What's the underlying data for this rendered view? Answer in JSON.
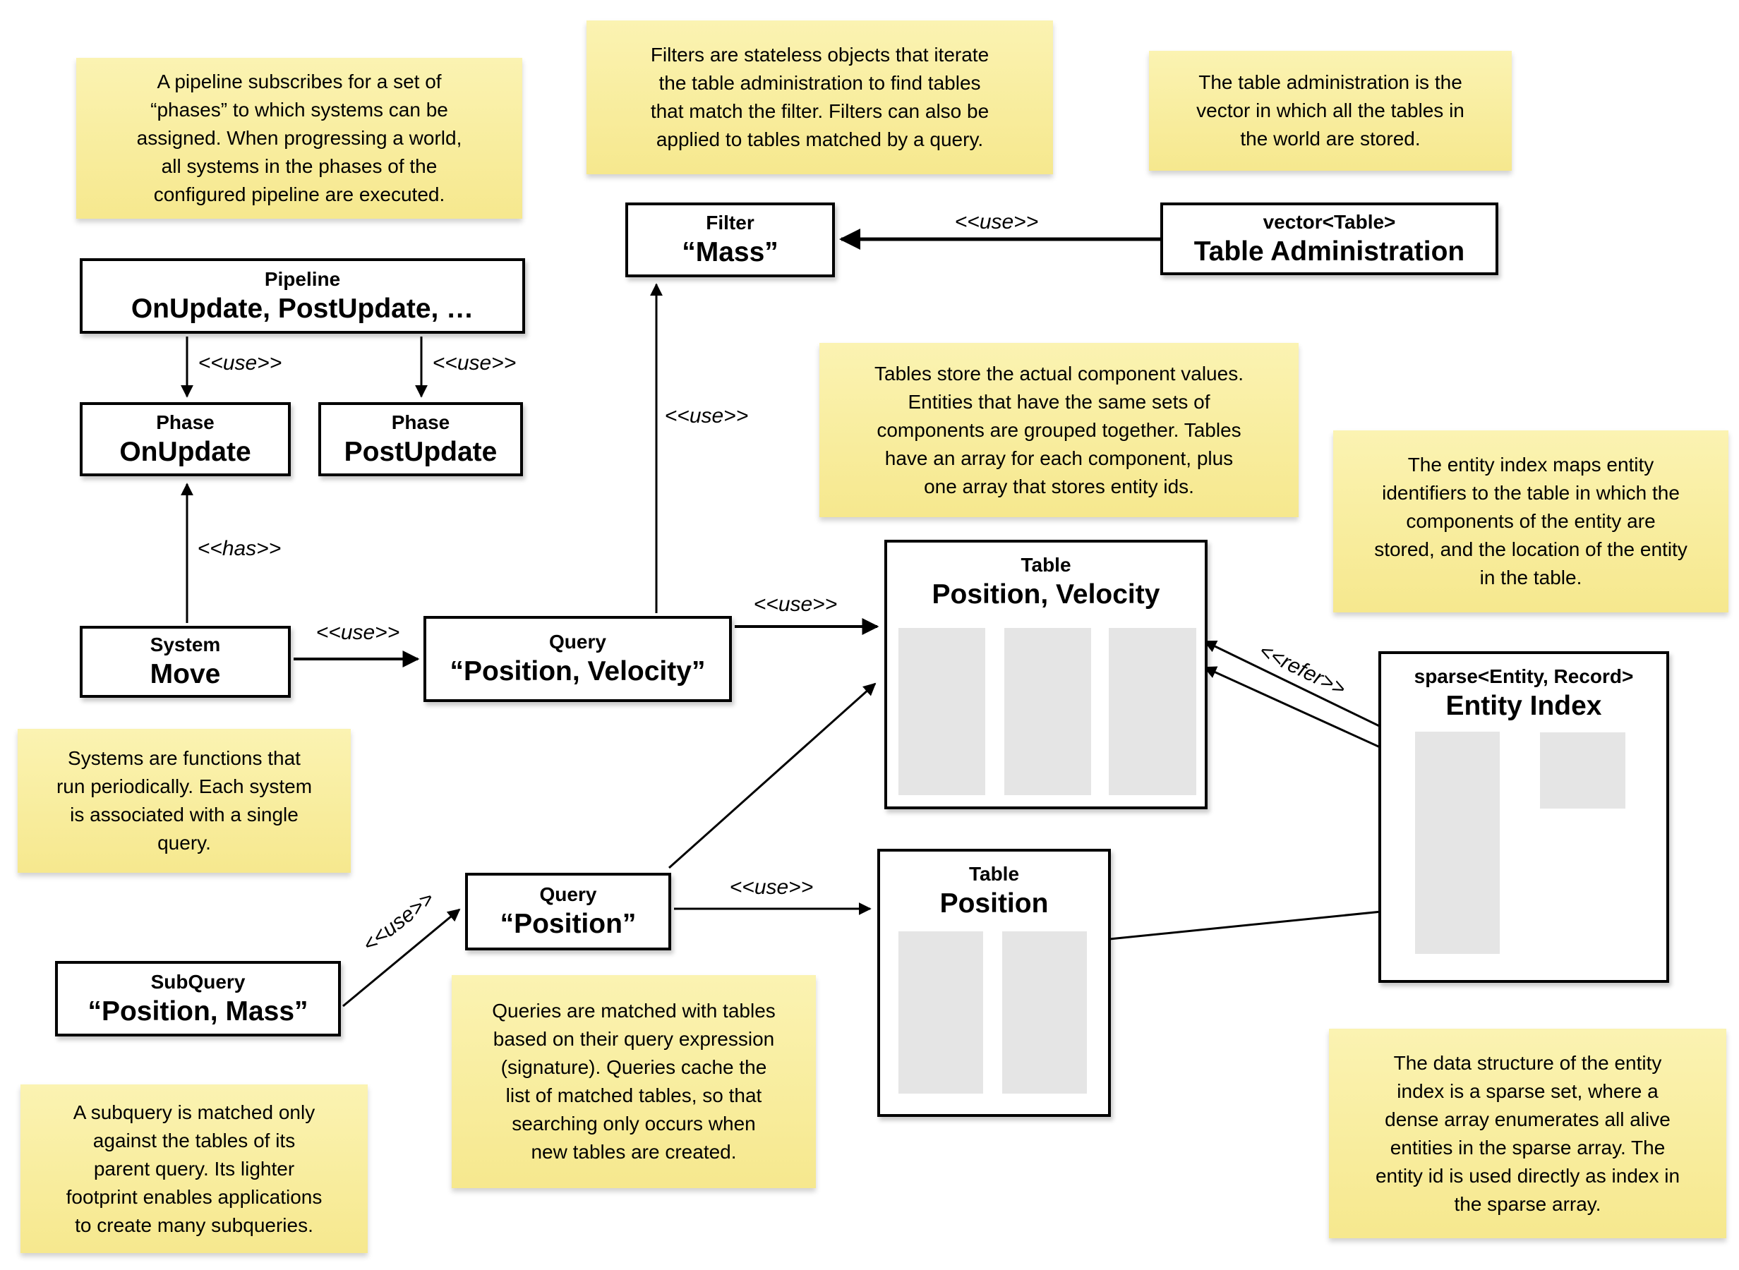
{
  "edge_labels": {
    "use": "<<use>>",
    "has": "<<has>>",
    "refer": "<<refer>>"
  },
  "nodes": {
    "pipeline": {
      "stereotype": "Pipeline",
      "name": "OnUpdate, PostUpdate, …"
    },
    "phase_onupdate": {
      "stereotype": "Phase",
      "name": "OnUpdate"
    },
    "phase_postupdate": {
      "stereotype": "Phase",
      "name": "PostUpdate"
    },
    "system_move": {
      "stereotype": "System",
      "name": "Move"
    },
    "query_pv": {
      "stereotype": "Query",
      "name": "“Position, Velocity”"
    },
    "query_p": {
      "stereotype": "Query",
      "name": "“Position”"
    },
    "subquery": {
      "stereotype": "SubQuery",
      "name": "“Position, Mass”"
    },
    "filter": {
      "stereotype": "Filter",
      "name": "“Mass”"
    },
    "table_admin": {
      "stereotype": "vector<Table>",
      "name": "Table Administration"
    },
    "table_pv": {
      "stereotype": "Table",
      "name": "Position, Velocity"
    },
    "table_p": {
      "stereotype": "Table",
      "name": "Position"
    },
    "entity_index": {
      "stereotype": "sparse<Entity, Record>",
      "name": "Entity Index"
    }
  },
  "notes": {
    "pipeline": "A pipeline subscribes for a set of\n“phases” to which systems can be\nassigned. When progressing a world,\nall systems in the phases of the\nconfigured pipeline are executed.",
    "filters": "Filters are stateless objects that iterate\nthe table administration to find tables\nthat match the filter. Filters can also be\napplied to tables matched by a query.",
    "table_admin": "The table administration is the\nvector in which all the tables in\nthe world are stored.",
    "tables": "Tables store the actual component values.\nEntities that have the same sets of\ncomponents are grouped together. Tables\nhave an array for each component, plus\none array that stores entity ids.",
    "entity_index": "The entity index maps entity\nidentifiers to the table in which the\ncomponents of the entity are\nstored, and the location of the entity\nin the table.",
    "systems": "Systems are functions that\nrun periodically. Each system\nis associated with a single\nquery.",
    "queries": "Queries are matched with tables\nbased on their query expression\n(signature). Queries cache the\nlist of matched tables, so that\nsearching only occurs when\nnew tables are created.",
    "subquery": "A subquery is matched only\nagainst the tables of its\nparent query. Its lighter\nfootprint enables applications\nto create many subqueries.",
    "sparse_set": "The data structure of the entity\nindex is a sparse set, where a\ndense array enumerates all alive\nentities in the sparse array. The\nentity id is used directly as index in\nthe sparse array."
  },
  "colors": {
    "note_bg_top": "#FBF3B2",
    "note_bg_bottom": "#F6E88E",
    "box_bg": "#FFFFFF",
    "box_border": "#000000",
    "array_slot": "#E5E5E5",
    "canvas_bg": "#FFFFFF",
    "text": "#000000"
  }
}
